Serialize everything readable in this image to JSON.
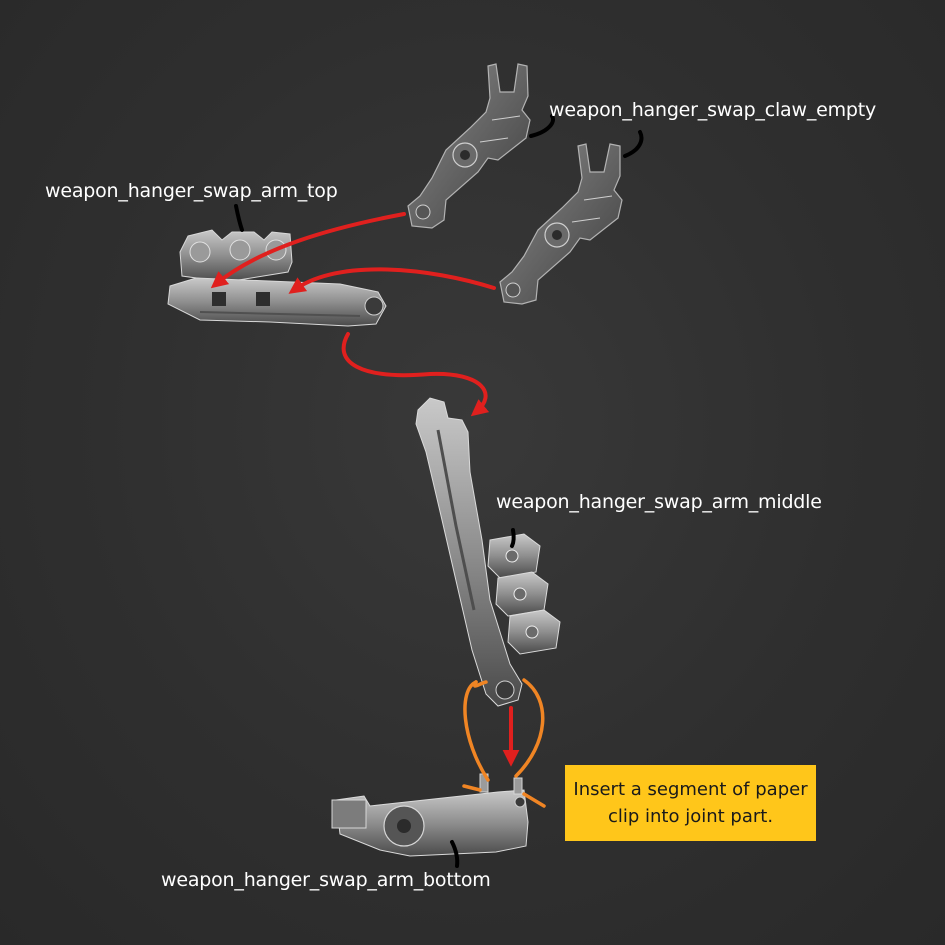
{
  "labels": {
    "claw_empty": "weapon_hanger_swap_claw_empty",
    "arm_top": "weapon_hanger_swap_arm_top",
    "arm_middle": "weapon_hanger_swap_arm_middle",
    "arm_bottom": "weapon_hanger_swap_arm_bottom"
  },
  "note": {
    "text": "Insert a segment of paper clip into joint part."
  },
  "colors": {
    "arrow": "#e0201e",
    "joint_highlight": "#f08524",
    "leader": "#000000",
    "note_bg": "#ffc61a"
  }
}
